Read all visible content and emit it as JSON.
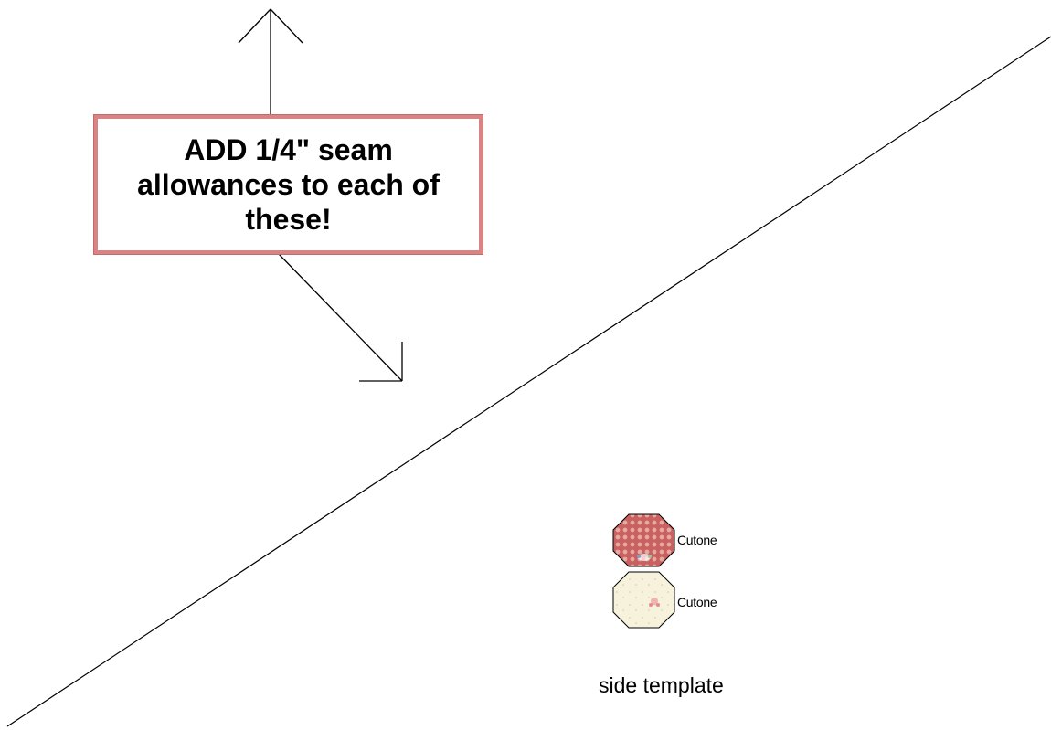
{
  "callout": {
    "text": "ADD 1/4\" seam allowances to each of these!"
  },
  "pieces": [
    {
      "label": "Cutone",
      "fill_color": "#c8615f",
      "pattern": "dotted-red"
    },
    {
      "label": "Cutone",
      "fill_color": "#f7f2dc",
      "pattern": "cream-floral"
    }
  ],
  "caption": "side template",
  "colors": {
    "callout_border": "#d98484",
    "line": "#000000"
  }
}
